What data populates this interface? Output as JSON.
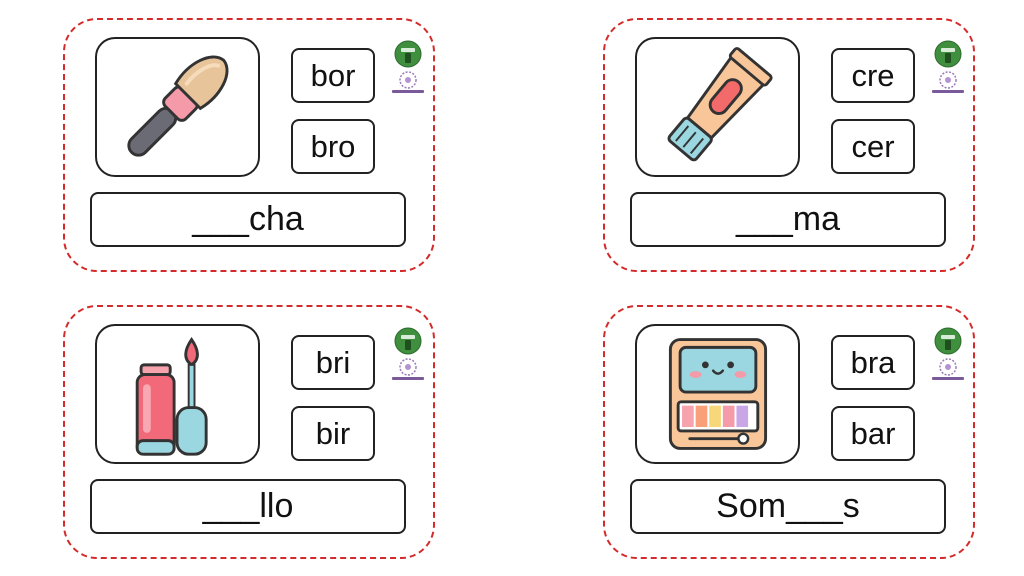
{
  "colors": {
    "border": "#d42a2a",
    "logo_green": "#3f8f3f"
  },
  "cards": [
    {
      "icon": "makeup-brush-icon",
      "options": [
        "bor",
        "bro"
      ],
      "word": "___cha"
    },
    {
      "icon": "cream-tube-icon",
      "options": [
        "cre",
        "cer"
      ],
      "word": "___ma"
    },
    {
      "icon": "lip-gloss-icon",
      "options": [
        "bri",
        "bir"
      ],
      "word": "___llo"
    },
    {
      "icon": "eyeshadow-palette-icon",
      "options": [
        "bra",
        "bar"
      ],
      "word": "Som___s"
    }
  ]
}
